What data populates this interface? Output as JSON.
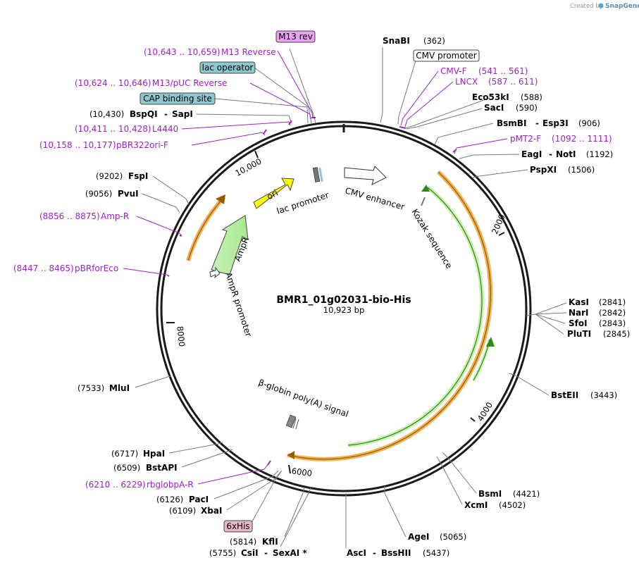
{
  "credit": {
    "prefix": "Created by",
    "brand": "SnapGene"
  },
  "plasmid": {
    "name": "BMR1_01g02031-bio-His",
    "length_label": "10,923 bp",
    "length": 10923
  },
  "ticks": [
    {
      "label": "2000",
      "pos": 2000
    },
    {
      "label": "4000",
      "pos": 4000
    },
    {
      "label": "6000",
      "pos": 6000
    },
    {
      "label": "8000",
      "pos": 8000
    },
    {
      "label": "10,000",
      "pos": 10000
    }
  ],
  "sites": [
    {
      "name": "SnaBI",
      "pos_label": "(362)",
      "pos": 362
    },
    {
      "name": "Eco53kI",
      "pos_label": "(588)",
      "pos": 588
    },
    {
      "name": "SacI",
      "pos_label": "(590)",
      "pos": 590
    },
    {
      "name": "BsmBI",
      "name2": "Esp3I",
      "pos_label": "(906)",
      "pos": 906
    },
    {
      "name": "EagI",
      "name2": "NotI",
      "pos_label": "(1192)",
      "pos": 1192
    },
    {
      "name": "PspXI",
      "pos_label": "(1506)",
      "pos": 1506
    },
    {
      "name": "KasI",
      "pos_label": "(2841)",
      "pos": 2841
    },
    {
      "name": "NarI",
      "pos_label": "(2842)",
      "pos": 2842
    },
    {
      "name": "SfoI",
      "pos_label": "(2843)",
      "pos": 2843
    },
    {
      "name": "PluTI",
      "pos_label": "(2845)",
      "pos": 2845
    },
    {
      "name": "BstEII",
      "pos_label": "(3443)",
      "pos": 3443
    },
    {
      "name": "BsmI",
      "pos_label": "(4421)",
      "pos": 4421
    },
    {
      "name": "XcmI",
      "pos_label": "(4502)",
      "pos": 4502
    },
    {
      "name": "AgeI",
      "pos_label": "(5065)",
      "pos": 5065
    },
    {
      "name": "AscI",
      "name2": "BssHII",
      "pos_label": "(5437)",
      "pos": 5437
    },
    {
      "name": "CsiI",
      "name2": "SexAI *",
      "pos_label": "(5755)",
      "pos": 5755
    },
    {
      "name": "KflI",
      "pos_label": "(5814)",
      "pos": 5814
    },
    {
      "name": "XbaI",
      "pos_label": "(6109)",
      "pos": 6109
    },
    {
      "name": "PacI",
      "pos_label": "(6126)",
      "pos": 6126
    },
    {
      "name": "BstAPI",
      "pos_label": "(6509)",
      "pos": 6509
    },
    {
      "name": "HpaI",
      "pos_label": "(6717)",
      "pos": 6717
    },
    {
      "name": "MluI",
      "pos_label": "(7533)",
      "pos": 7533
    },
    {
      "name": "PvuI",
      "pos_label": "(9056)",
      "pos": 9056
    },
    {
      "name": "FspI",
      "pos_label": "(9202)",
      "pos": 9202
    },
    {
      "name": "BspQI",
      "name2": "SapI",
      "pos_label": "(10,430)",
      "pos": 10430
    }
  ],
  "primers": [
    {
      "name": "M13 Reverse",
      "range": "(10,643 .. 10,659)",
      "pos": 10651
    },
    {
      "name": "M13/pUC Reverse",
      "range": "(10,624 .. 10,646)",
      "pos": 10635
    },
    {
      "name": "L4440",
      "range": "(10,411 .. 10,428)",
      "pos": 10420
    },
    {
      "name": "pBR322ori-F",
      "range": "(10,158 .. 10,177)",
      "pos": 10168
    },
    {
      "name": "Amp-R",
      "range": "(8856 .. 8875)",
      "pos": 8866
    },
    {
      "name": "pBRforEco",
      "range": "(8447 .. 8465)",
      "pos": 8456
    },
    {
      "name": "rbglobpA-R",
      "range": "(6210 .. 6229)",
      "pos": 6220
    },
    {
      "name": "CMV-F",
      "range": "(541 .. 561)",
      "pos": 551
    },
    {
      "name": "LNCX",
      "range": "(587 .. 611)",
      "pos": 599
    },
    {
      "name": "pMT2-F",
      "range": "(1092 .. 1111)",
      "pos": 1101
    }
  ],
  "boxed_features": [
    {
      "name": "M13 rev",
      "color": "#e9a3f0"
    },
    {
      "name": "lac operator",
      "color": "#8ec8cf"
    },
    {
      "name": "CAP binding site",
      "color": "#8ec8cf"
    },
    {
      "name": "CMV promoter",
      "color": "#ffffff"
    },
    {
      "name": "6xHis",
      "color": "#e8b8c8"
    }
  ],
  "inner_features": [
    {
      "name": "ori",
      "color": "#ffff00"
    },
    {
      "name": "lac promoter",
      "color": "#ffffff"
    },
    {
      "name": "CMV enhancer",
      "color": "#ffffff"
    },
    {
      "name": "Kozak sequence",
      "color": "#ffffff"
    },
    {
      "name": "AmpR",
      "color": "#ccffcc"
    },
    {
      "name": "AmpR promoter",
      "color": "#ffffff"
    },
    {
      "name": "β-globin poly(A) signal",
      "color": "#ffffff"
    }
  ],
  "colors": {
    "backbone": "#1a1a1a",
    "primer": "#a020c8",
    "orange_arc": "#f0b050",
    "green_arc": "#5aaa1e",
    "leader_line": "#7a7a7a"
  }
}
